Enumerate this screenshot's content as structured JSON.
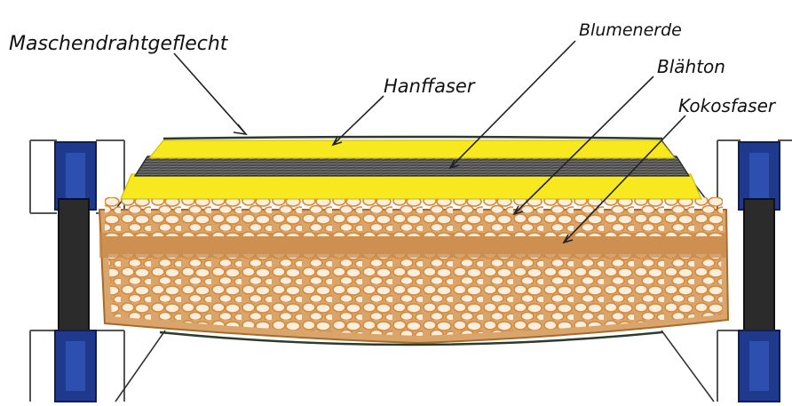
{
  "labels": {
    "mesh": "Maschendrahtgeflecht",
    "hemp": "Hanffaser",
    "soil": "Blumenerde",
    "clay": "Blähton",
    "coco": "Kokosfaser"
  },
  "colors": {
    "hemp_yellow": "#f7e81f",
    "soil_dark": "#3a3a3a",
    "clay_orange": "#e0a868",
    "coco_brown": "#c98a4a",
    "frame_blue": "#1f3a8c",
    "post_dark": "#2b2b2b",
    "mesh_line": "#2d3b2d"
  }
}
